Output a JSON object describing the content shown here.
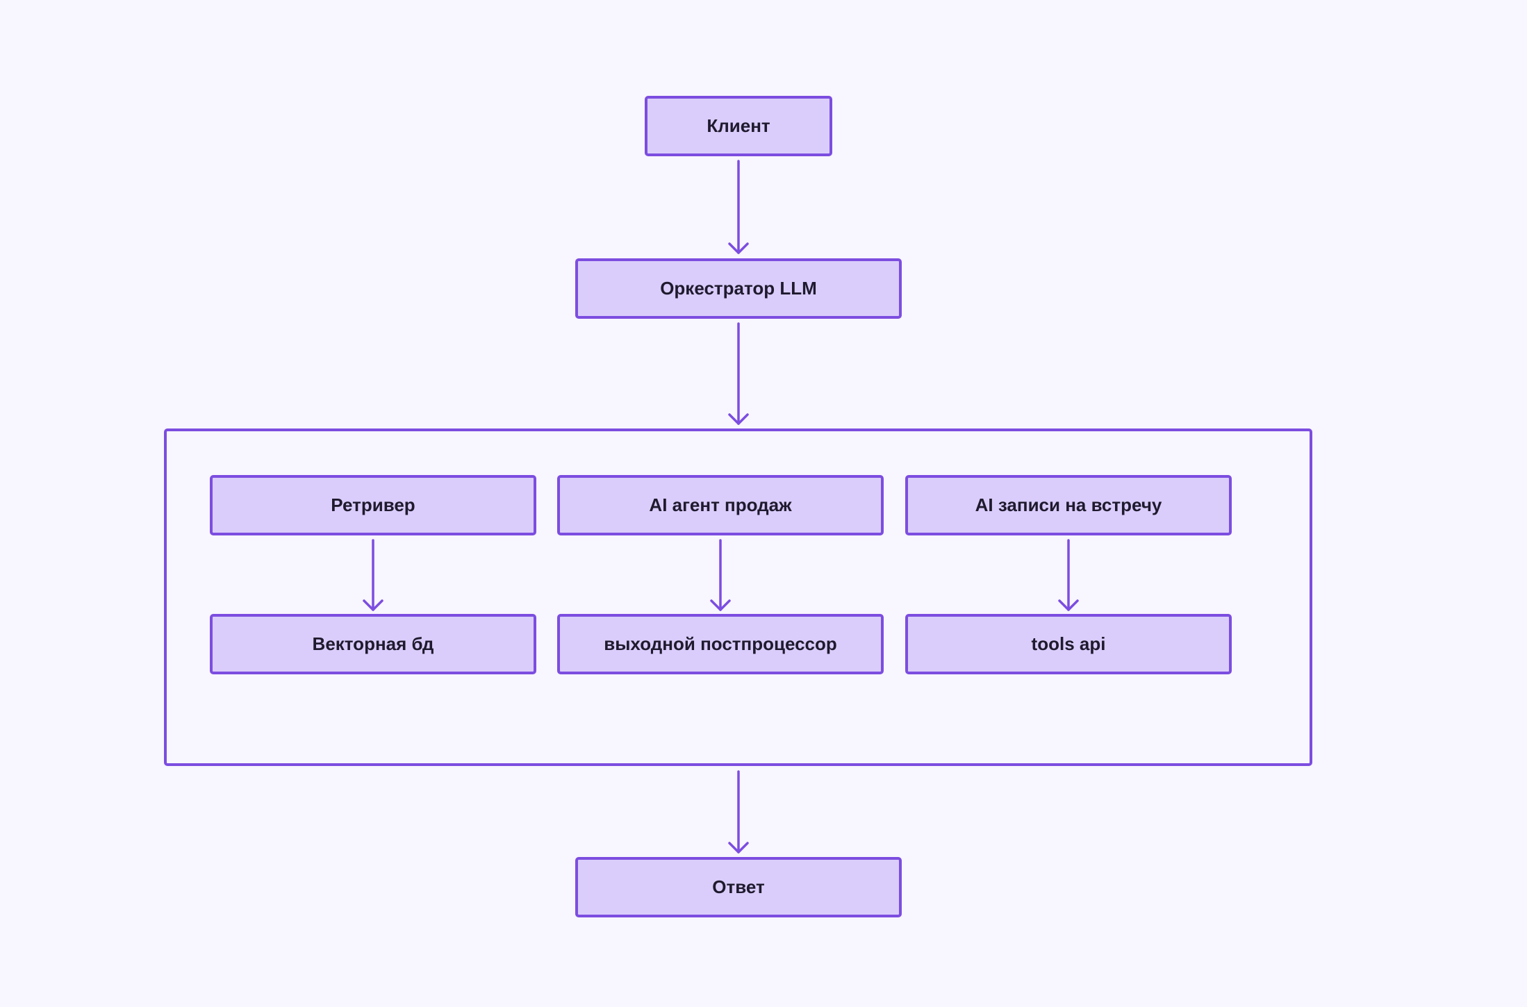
{
  "diagram": {
    "colors": {
      "background": "#f8f6fe",
      "node_fill": "#dacdfb",
      "stroke": "#7c4de0",
      "text": "#1f1a2e"
    },
    "nodes": {
      "client": "Клиент",
      "orchestrator": "Оркестратор LLM",
      "retriever": "Ретривер",
      "sales_agent": "AI агент продаж",
      "booking_agent": "AI записи на встречу",
      "vector_db": "Векторная бд",
      "postprocessor": "выходной постпроцессор",
      "tools_api": "tools api",
      "answer": "Ответ"
    }
  }
}
